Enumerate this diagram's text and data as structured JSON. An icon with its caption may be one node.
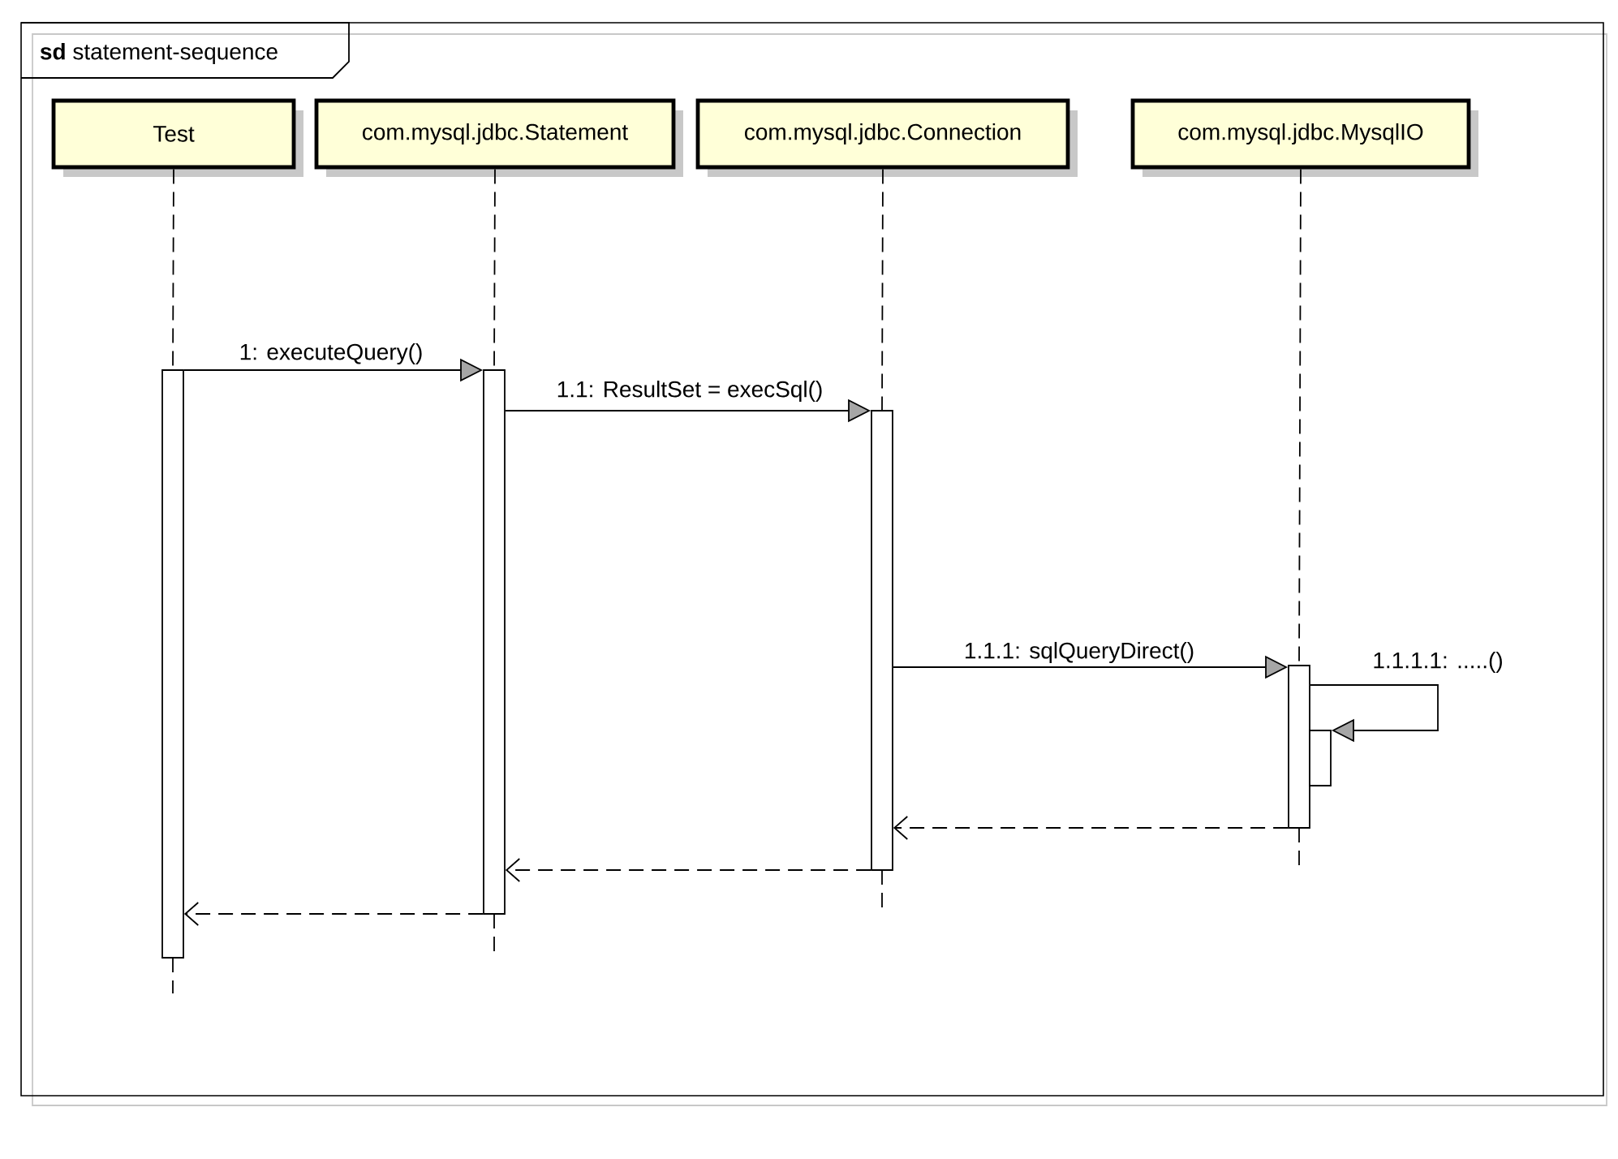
{
  "diagram": {
    "nodes": [
      {
        "text": [
          "**sd** statement-sequence"
        ]
      },
      {
        "text": [
          "Test"
        ],
        "in": 0
      },
      {
        "text": [
          "com.mysql.jdbc.Statement"
        ],
        "in": 0
      },
      {
        "text": [
          "com.mysql.jdbc.Connection"
        ],
        "in": 0
      },
      {
        "text": [
          "com.mysql.jdbc.MysqlIO"
        ],
        "in": 0
      },
      {
        "text": [],
        "shape": "bar",
        "in": 0
      },
      {
        "text": [],
        "shape": "bar",
        "in": 0
      },
      {
        "text": [],
        "shape": "bar",
        "in": 0
      },
      {
        "text": [],
        "shape": "bar",
        "in": 0
      },
      {
        "text": [],
        "shape": "bar",
        "in": 0
      }
    ],
    "edges": [
      {
        "from": 1,
        "to": 5,
        "arrow": "none",
        "style": "dashed"
      },
      {
        "from": 2,
        "to": 6,
        "arrow": "none",
        "style": "dashed"
      },
      {
        "from": 3,
        "to": 7,
        "arrow": "none",
        "style": "dashed"
      },
      {
        "from": 4,
        "to": 8,
        "arrow": "none",
        "style": "dashed"
      },
      {
        "from": 5,
        "to": 6,
        "arrow": "to",
        "label": "1: executeQuery()"
      },
      {
        "from": 6,
        "to": 7,
        "arrow": "to",
        "label": "1.1: ResultSet = execSql()"
      },
      {
        "from": 7,
        "to": 8,
        "arrow": "to",
        "label": "1.1.1: sqlQueryDirect()"
      },
      {
        "from": 8,
        "to": 9,
        "arrow": "to",
        "label": "1.1.1.1: .....()"
      },
      {
        "from": 8,
        "to": 7,
        "arrow": "to",
        "style": "dashed"
      },
      {
        "from": 7,
        "to": 6,
        "arrow": "to",
        "style": "dashed"
      },
      {
        "from": 6,
        "to": 5,
        "arrow": "to",
        "style": "dashed"
      }
    ]
  }
}
